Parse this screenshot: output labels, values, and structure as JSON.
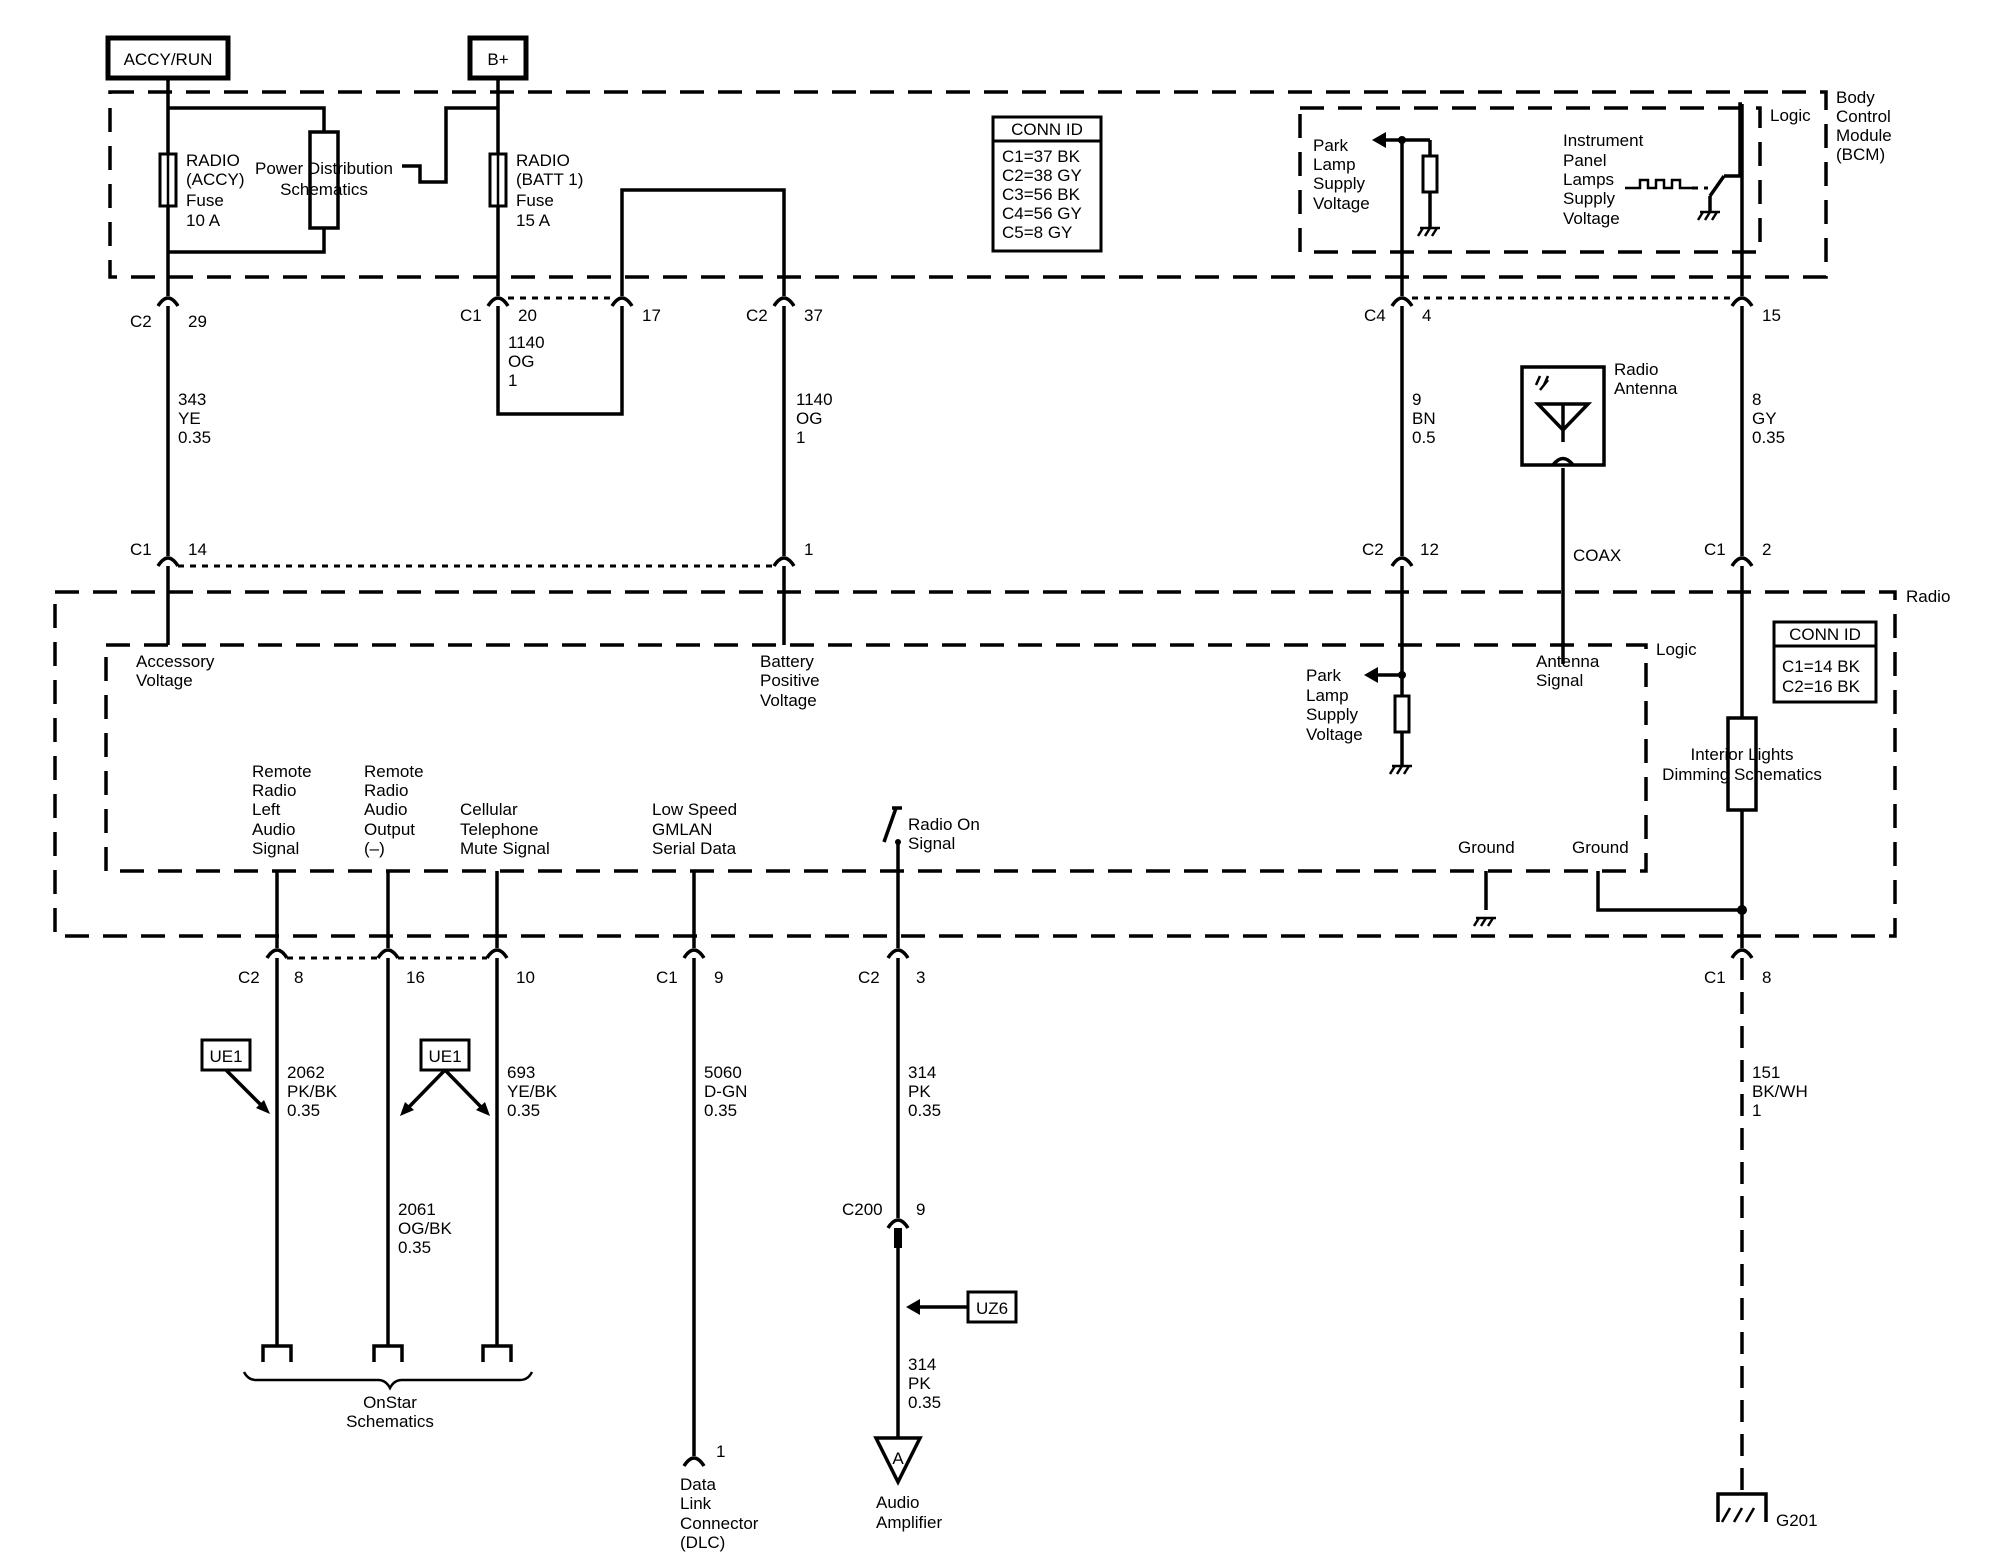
{
  "sources": {
    "accy_run": "ACCY/RUN",
    "b_plus": "B+"
  },
  "bcm": {
    "label": [
      "Body",
      "Control",
      "Module",
      "(BCM)"
    ],
    "logic_label": "Logic",
    "fuse_accy": [
      "RADIO",
      "(ACCY)",
      "Fuse",
      "10 A"
    ],
    "fuse_batt": [
      "RADIO",
      "(BATT 1)",
      "Fuse",
      "15 A"
    ],
    "power_dist": [
      "Power Distribution",
      "Schematics"
    ],
    "park_lamp": [
      "Park",
      "Lamp",
      "Supply",
      "Voltage"
    ],
    "instrument_panel": [
      "Instrument",
      "Panel",
      "Lamps",
      "Supply",
      "Voltage"
    ],
    "conn_id_title": "CONN ID",
    "conn_id_rows": [
      "C1=37 BK",
      "C2=38 GY",
      "C3=56 BK",
      "C4=56 GY",
      "C5=8 GY"
    ]
  },
  "radio": {
    "label": "Radio",
    "logic_label": "Logic",
    "conn_id_title": "CONN ID",
    "conn_id_rows": [
      "C1=14 BK",
      "C2=16 BK"
    ],
    "accessory_voltage": [
      "Accessory",
      "Voltage"
    ],
    "battery_positive": [
      "Battery",
      "Positive",
      "Voltage"
    ],
    "antenna_signal": [
      "Antenna",
      "Signal"
    ],
    "park_lamp": [
      "Park",
      "Lamp",
      "Supply",
      "Voltage"
    ],
    "remote_left": [
      "Remote",
      "Radio",
      "Left",
      "Audio",
      "Signal"
    ],
    "remote_output": [
      "Remote",
      "Radio",
      "Audio",
      "Output",
      "(–)"
    ],
    "cell_mute": [
      "Cellular",
      "Telephone",
      "Mute Signal"
    ],
    "gmlan": [
      "Low Speed",
      "GMLAN",
      "Serial Data"
    ],
    "radio_on": [
      "Radio On",
      "Signal"
    ],
    "ground1": "Ground",
    "ground2": "Ground",
    "interior_lights": [
      "Interior Lights",
      "Dimming Schematics"
    ]
  },
  "antenna": {
    "label": [
      "Radio",
      "Antenna"
    ],
    "coax": "COAX"
  },
  "connectors_upper": {
    "c2_29": [
      "C2",
      "29"
    ],
    "c1_20": [
      "C1",
      "20"
    ],
    "p17": "17",
    "c2_37": [
      "C2",
      "37"
    ],
    "c4_4": [
      "C4",
      "4"
    ],
    "p15": "15"
  },
  "connectors_mid": {
    "c1_14": [
      "C1",
      "14"
    ],
    "p1": "1",
    "c2_12": [
      "C2",
      "12"
    ],
    "c1_2": [
      "C1",
      "2"
    ]
  },
  "connectors_lower": {
    "c2_8": [
      "C2",
      "8"
    ],
    "p16": "16",
    "p10": "10",
    "c1_9": [
      "C1",
      "9"
    ],
    "c2_3": [
      "C2",
      "3"
    ],
    "c1_8": [
      "C1",
      "8"
    ],
    "c200_9": [
      "C200",
      "9"
    ],
    "dlc_1": "1"
  },
  "wires": {
    "w343": [
      "343",
      "YE",
      "0.35"
    ],
    "w1140a": [
      "1140",
      "OG",
      "1"
    ],
    "w1140b": [
      "1140",
      "OG",
      "1"
    ],
    "w9": [
      "9",
      "BN",
      "0.5"
    ],
    "w8": [
      "8",
      "GY",
      "0.35"
    ],
    "w2062": [
      "2062",
      "PK/BK",
      "0.35"
    ],
    "w2061": [
      "2061",
      "OG/BK",
      "0.35"
    ],
    "w693": [
      "693",
      "YE/BK",
      "0.35"
    ],
    "w5060": [
      "5060",
      "D-GN",
      "0.35"
    ],
    "w314a": [
      "314",
      "PK",
      "0.35"
    ],
    "w314b": [
      "314",
      "PK",
      "0.35"
    ],
    "w151": [
      "151",
      "BK/WH",
      "1"
    ]
  },
  "options": {
    "ue1_a": "UE1",
    "ue1_b": "UE1",
    "uz6": "UZ6"
  },
  "destinations": {
    "onstar": [
      "OnStar",
      "Schematics"
    ],
    "dlc": [
      "Data",
      "Link",
      "Connector",
      "(DLC)"
    ],
    "amp": [
      "Audio",
      "Amplifier"
    ],
    "amp_letter": "A",
    "g201": "G201"
  }
}
